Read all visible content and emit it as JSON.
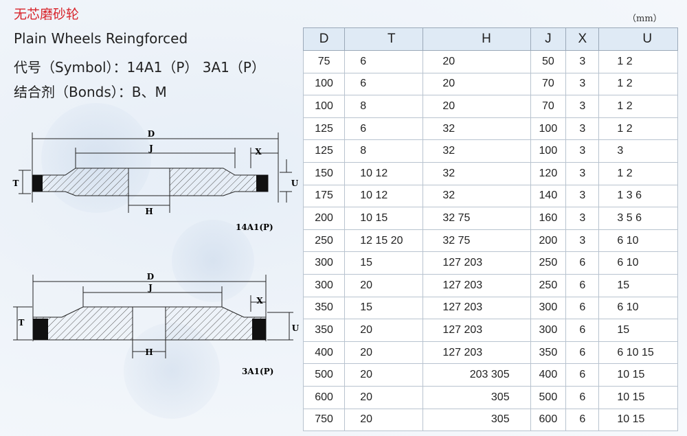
{
  "header": {
    "title_cn": "无芯磨砂轮",
    "title_en": "Plain Wheels Reingforced",
    "symbol_line": "代号（Symbol）：14A1（P） 3A1（P）",
    "bonds_line": "结合剂（Bonds）：B、M",
    "title_color": "#d8232a"
  },
  "unit": "（mm）",
  "diagrams": {
    "top": {
      "label_d": "D",
      "label_j": "J",
      "label_x": "X",
      "label_t": "T",
      "label_u": "U",
      "label_h": "H",
      "caption": "14A1(P)"
    },
    "bottom": {
      "label_d": "D",
      "label_j": "J",
      "label_x": "X",
      "label_t": "T",
      "label_u": "U",
      "label_h": "H",
      "caption": "3A1(P)"
    }
  },
  "table": {
    "headers": [
      "D",
      "T",
      "H",
      "J",
      "X",
      "U"
    ],
    "rows": [
      [
        "75",
        "6",
        "20",
        "50",
        "3",
        "1 2"
      ],
      [
        "100",
        "6",
        "20",
        "70",
        "3",
        "1 2"
      ],
      [
        "100",
        "8",
        "20",
        "70",
        "3",
        "1 2"
      ],
      [
        "125",
        "6",
        "32",
        "100",
        "3",
        "1 2"
      ],
      [
        "125",
        "8",
        "32",
        "100",
        "3",
        "3"
      ],
      [
        "150",
        "10 12",
        "32",
        "120",
        "3",
        "1 2"
      ],
      [
        "175",
        "10 12",
        "32",
        "140",
        "3",
        "1 3 6"
      ],
      [
        "200",
        "10 15",
        "32 75",
        "160",
        "3",
        "3 5 6"
      ],
      [
        "250",
        "12 15 20",
        "32 75",
        "200",
        "3",
        "6 10"
      ],
      [
        "300",
        "15",
        "127 203",
        "250",
        "6",
        "6 10"
      ],
      [
        "300",
        "20",
        "127 203",
        "250",
        "6",
        "15"
      ],
      [
        "350",
        "15",
        "127 203",
        "300",
        "6",
        "6 10"
      ],
      [
        "350",
        "20",
        "127 203",
        "300",
        "6",
        "15"
      ],
      [
        "400",
        "20",
        "127 203",
        "350",
        "6",
        "6 10 15"
      ],
      [
        "500",
        "20",
        "203 305",
        "400",
        "6",
        "10 15"
      ],
      [
        "600",
        "20",
        "305",
        "500",
        "6",
        "10 15"
      ],
      [
        "750",
        "20",
        "305",
        "600",
        "6",
        "10 15"
      ]
    ]
  }
}
